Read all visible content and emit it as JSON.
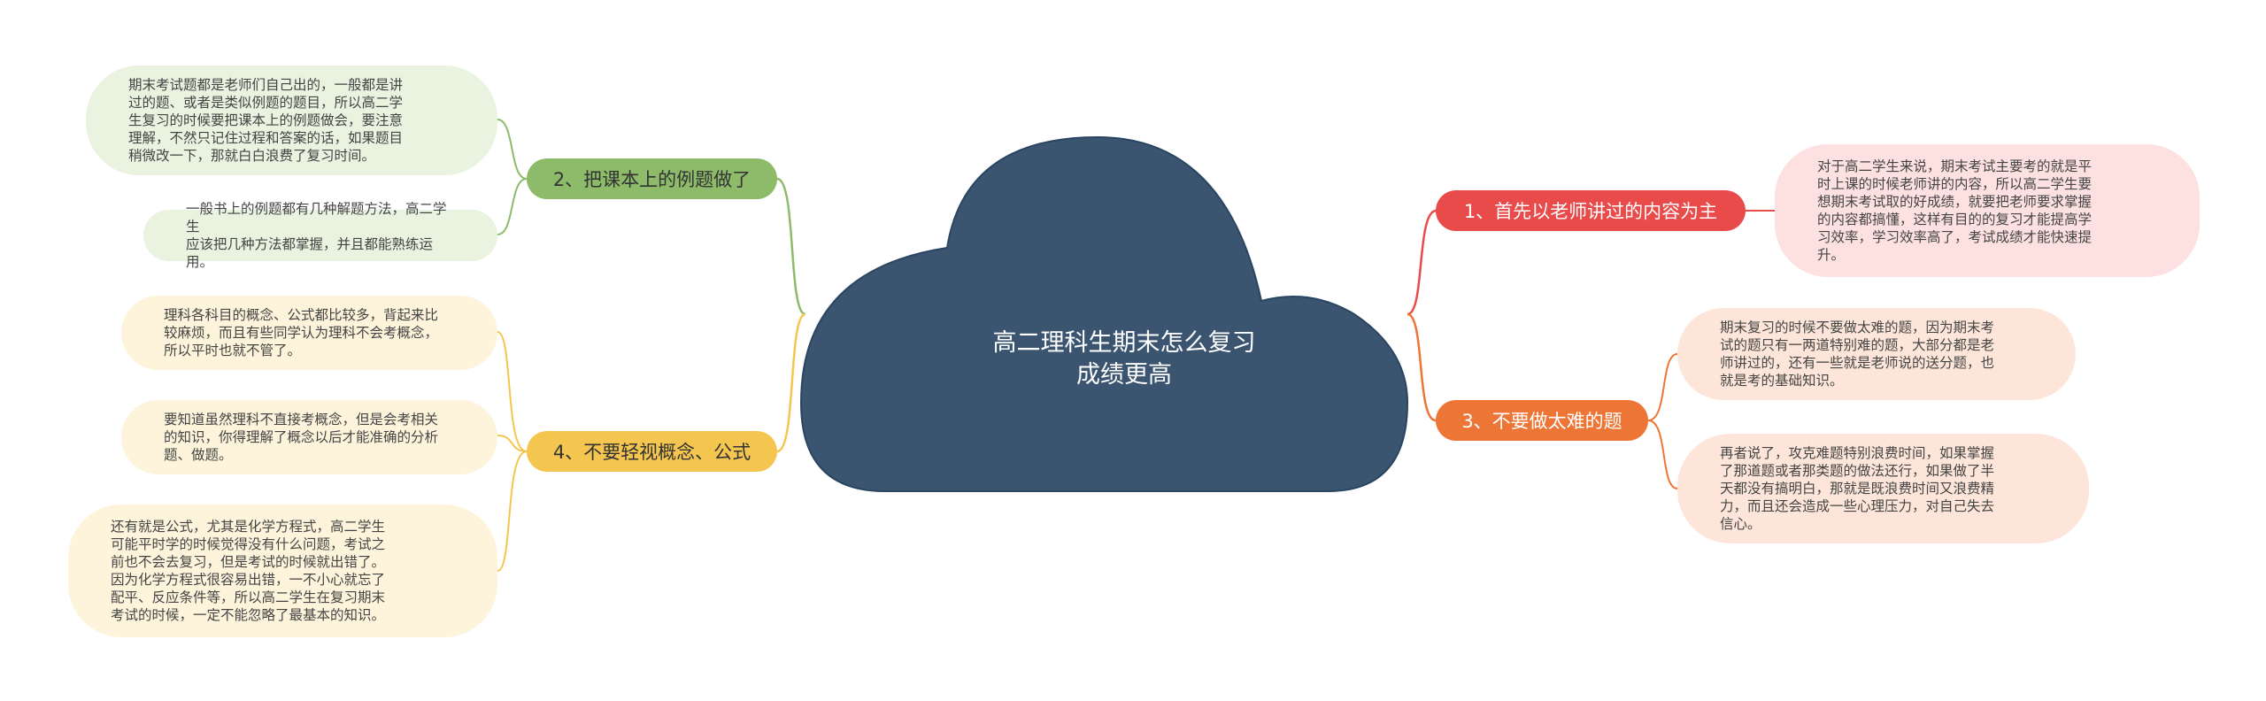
{
  "colors": {
    "cloud": "#3b5571",
    "cloud_border": "#2a4562",
    "red": "#e94a4a",
    "red_light": "#fde0e0",
    "orange": "#ed7536",
    "orange_light": "#fde6d9",
    "green": "#8dbb6a",
    "green_light": "#e9f3e0",
    "yellow": "#f5c64f",
    "yellow_light": "#fef4dc"
  },
  "center": {
    "title_line1": "高二理科生期末怎么复习",
    "title_line2": "成绩更高"
  },
  "branches": {
    "b1": {
      "label": "1、首先以老师讲过的内容为主",
      "leaves": [
        "对于高二学生来说，期末考试主要考的就是平\n时上课的时候老师讲的内容，所以高二学生要\n想期末考试取的好成绩，就要把老师要求掌握\n的内容都搞懂，这样有目的的复习才能提高学\n习效率，学习效率高了，考试成绩才能快速提\n升。"
      ]
    },
    "b2": {
      "label": "2、把课本上的例题做了",
      "leaves": [
        "期末考试题都是老师们自己出的，一般都是讲\n过的题、或者是类似例题的题目，所以高二学\n生复习的时候要把课本上的例题做会，要注意\n理解，不然只记住过程和答案的话，如果题目\n稍微改一下，那就白白浪费了复习时间。",
        "一般书上的例题都有几种解题方法，高二学生\n应该把几种方法都掌握，并且都能熟练运用。"
      ]
    },
    "b3": {
      "label": "3、不要做太难的题",
      "leaves": [
        "期末复习的时候不要做太难的题，因为期末考\n试的题只有一两道特别难的题，大部分都是老\n师讲过的，还有一些就是老师说的送分题，也\n就是考的基础知识。",
        "再者说了，攻克难题特别浪费时间，如果掌握\n了那道题或者那类题的做法还行，如果做了半\n天都没有搞明白，那就是既浪费时间又浪费精\n力，而且还会造成一些心理压力，对自己失去\n信心。"
      ]
    },
    "b4": {
      "label": "4、不要轻视概念、公式",
      "leaves": [
        "理科各科目的概念、公式都比较多，背起来比\n较麻烦，而且有些同学认为理科不会考概念，\n所以平时也就不管了。",
        "要知道虽然理科不直接考概念，但是会考相关\n的知识，你得理解了概念以后才能准确的分析\n题、做题。",
        "还有就是公式，尤其是化学方程式，高二学生\n可能平时学的时候觉得没有什么问题，考试之\n前也不会去复习，但是考试的时候就出错了。\n因为化学方程式很容易出错，一不小心就忘了\n配平、反应条件等，所以高二学生在复习期末\n考试的时候，一定不能忽略了最基本的知识。"
      ]
    }
  }
}
